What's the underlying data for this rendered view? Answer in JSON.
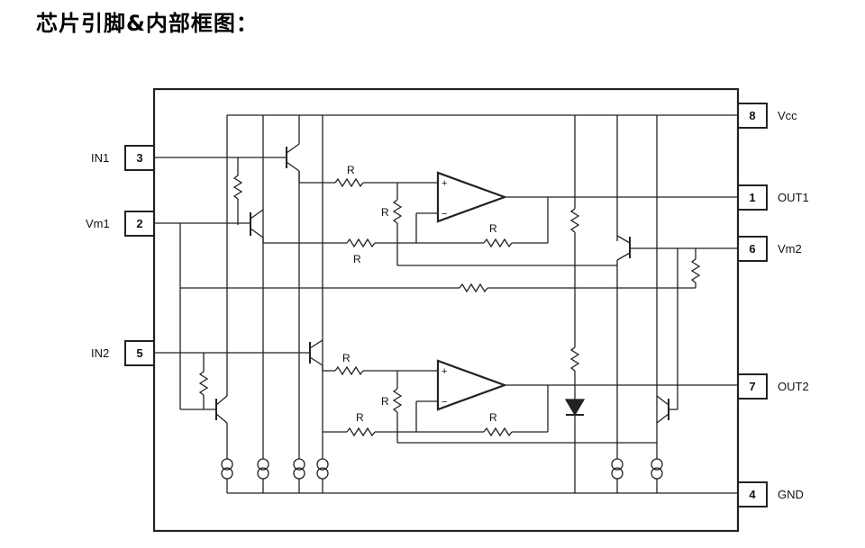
{
  "title": "芯片引脚&内部框图：",
  "pins": {
    "p3": {
      "number": "3",
      "name": "IN1"
    },
    "p2": {
      "number": "2",
      "name": "Vm1"
    },
    "p5": {
      "number": "5",
      "name": "IN2"
    },
    "p8": {
      "number": "8",
      "name": "Vcc"
    },
    "p1": {
      "number": "1",
      "name": "OUT1"
    },
    "p6": {
      "number": "6",
      "name": "Vm2"
    },
    "p7": {
      "number": "7",
      "name": "OUT2"
    },
    "p4": {
      "number": "4",
      "name": "GND"
    }
  },
  "resistor_label": "R",
  "opamp_plus": "+",
  "opamp_minus": "−"
}
